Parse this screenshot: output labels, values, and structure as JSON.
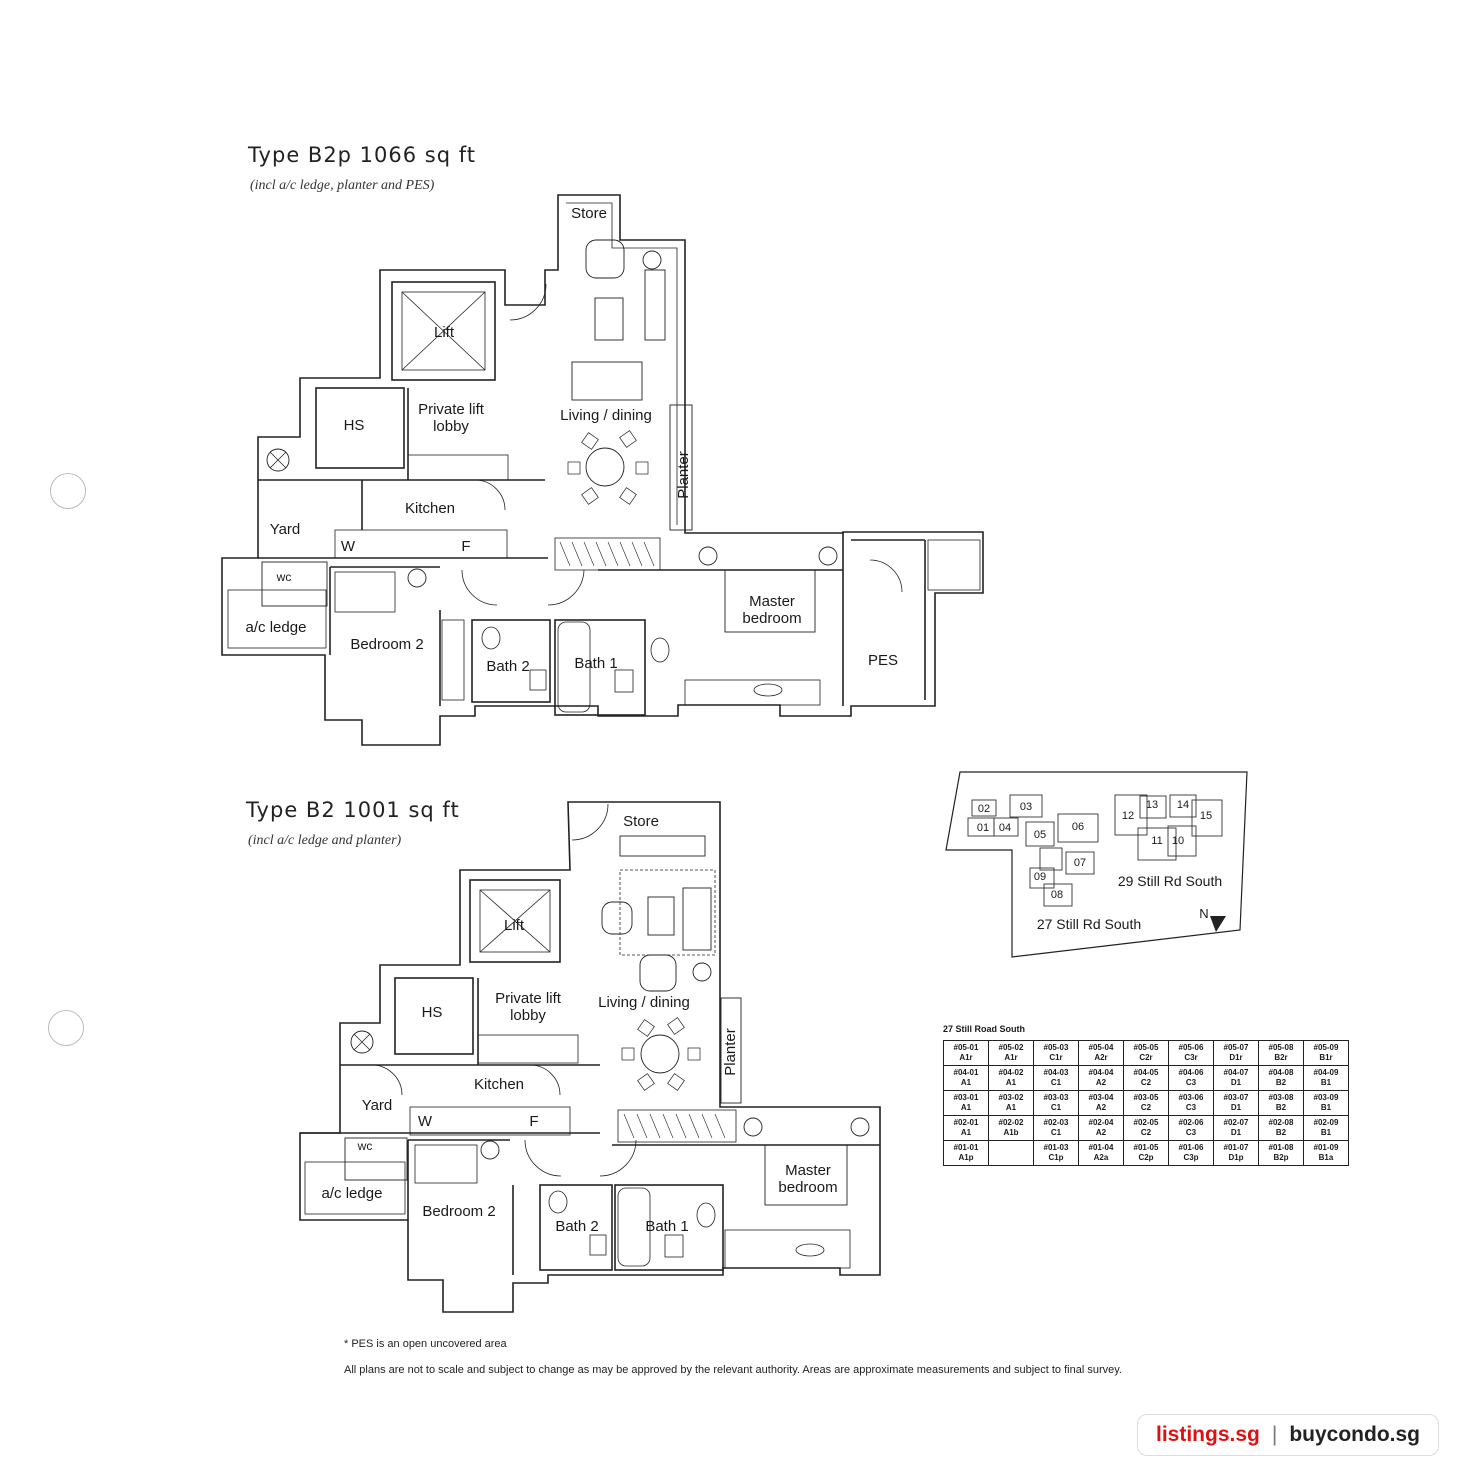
{
  "plans": [
    {
      "title": "Type B2p 1066 sq ft",
      "subtitle": "(incl a/c ledge, planter and PES)",
      "rooms": {
        "store": "Store",
        "lift": "Lift",
        "hs": "HS",
        "lobby_line1": "Private lift",
        "lobby_line2": "lobby",
        "living": "Living / dining",
        "planter": "Planter",
        "kitchen": "Kitchen",
        "yard": "Yard",
        "washer": "W",
        "fridge": "F",
        "wc": "wc",
        "ac_ledge": "a/c ledge",
        "bedroom2": "Bedroom 2",
        "bath2": "Bath 2",
        "bath1": "Bath 1",
        "master_line1": "Master",
        "master_line2": "bedroom",
        "pes": "PES"
      }
    },
    {
      "title": "Type B2 1001 sq ft",
      "subtitle": "(incl a/c ledge and planter)",
      "rooms": {
        "store": "Store",
        "lift": "Lift",
        "hs": "HS",
        "lobby_line1": "Private lift",
        "lobby_line2": "lobby",
        "living": "Living / dining",
        "planter": "Planter",
        "kitchen": "Kitchen",
        "yard": "Yard",
        "washer": "W",
        "fridge": "F",
        "wc": "wc",
        "ac_ledge": "a/c ledge",
        "bedroom2": "Bedroom 2",
        "bath2": "Bath 2",
        "bath1": "Bath 1",
        "master_line1": "Master",
        "master_line2": "bedroom"
      }
    }
  ],
  "site_plan": {
    "blocks": [
      "02",
      "03",
      "01",
      "04",
      "05",
      "06",
      "07",
      "09",
      "08",
      "12",
      "13",
      "14",
      "15",
      "11",
      "10"
    ],
    "label_29": "29 Still Rd South",
    "label_27": "27 Still Rd South",
    "north": "N"
  },
  "unit_table": {
    "title": "27 Still Road South",
    "rows": [
      [
        [
          "#05-01",
          "A1r"
        ],
        [
          "#05-02",
          "A1r"
        ],
        [
          "#05-03",
          "C1r"
        ],
        [
          "#05-04",
          "A2r"
        ],
        [
          "#05-05",
          "C2r"
        ],
        [
          "#05-06",
          "C3r"
        ],
        [
          "#05-07",
          "D1r"
        ],
        [
          "#05-08",
          "B2r"
        ],
        [
          "#05-09",
          "B1r"
        ]
      ],
      [
        [
          "#04-01",
          "A1"
        ],
        [
          "#04-02",
          "A1"
        ],
        [
          "#04-03",
          "C1"
        ],
        [
          "#04-04",
          "A2"
        ],
        [
          "#04-05",
          "C2"
        ],
        [
          "#04-06",
          "C3"
        ],
        [
          "#04-07",
          "D1"
        ],
        [
          "#04-08",
          "B2"
        ],
        [
          "#04-09",
          "B1"
        ]
      ],
      [
        [
          "#03-01",
          "A1"
        ],
        [
          "#03-02",
          "A1"
        ],
        [
          "#03-03",
          "C1"
        ],
        [
          "#03-04",
          "A2"
        ],
        [
          "#03-05",
          "C2"
        ],
        [
          "#03-06",
          "C3"
        ],
        [
          "#03-07",
          "D1"
        ],
        [
          "#03-08",
          "B2"
        ],
        [
          "#03-09",
          "B1"
        ]
      ],
      [
        [
          "#02-01",
          "A1"
        ],
        [
          "#02-02",
          "A1b"
        ],
        [
          "#02-03",
          "C1"
        ],
        [
          "#02-04",
          "A2"
        ],
        [
          "#02-05",
          "C2"
        ],
        [
          "#02-06",
          "C3"
        ],
        [
          "#02-07",
          "D1"
        ],
        [
          "#02-08",
          "B2"
        ],
        [
          "#02-09",
          "B1"
        ]
      ],
      [
        [
          "#01-01",
          "A1p"
        ],
        [
          "",
          ""
        ],
        [
          "#01-03",
          "C1p"
        ],
        [
          "#01-04",
          "A2a"
        ],
        [
          "#01-05",
          "C2p"
        ],
        [
          "#01-06",
          "C3p"
        ],
        [
          "#01-07",
          "D1p"
        ],
        [
          "#01-08",
          "B2p"
        ],
        [
          "#01-09",
          "B1a"
        ]
      ]
    ]
  },
  "notes": {
    "pes": "* PES is an open uncovered area",
    "disclaimer": "All plans are not to scale and subject to change as may be approved by the relevant authority. Areas are approximate measurements and subject to final survey."
  },
  "branding": {
    "left": "listings.sg",
    "separator": "|",
    "right": "buycondo.sg"
  }
}
